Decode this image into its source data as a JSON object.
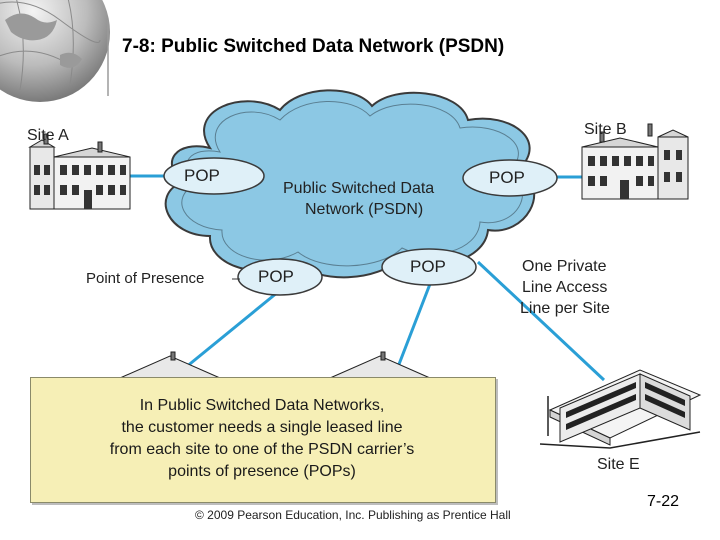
{
  "slide": {
    "title": "7-8: Public Switched Data Network (PSDN)",
    "footer": "© 2009 Pearson Education, Inc.  Publishing as Prentice Hall",
    "page_number": "7-22"
  },
  "diagram": {
    "cloud_label_line1": "Public Switched Data",
    "cloud_label_line2": "Network (PSDN)",
    "pop_label": "POP",
    "site_a": "Site A",
    "site_b": "Site B",
    "site_e": "Site E",
    "point_of_presence": "Point of Presence",
    "access_line_1": "One Private",
    "access_line_2": "Line Access",
    "access_line_3": "Line per Site",
    "cloud_color": "#8cc8e4",
    "pop_color": "#dff0f8",
    "line_color": "#2a9fd6"
  },
  "callout": {
    "line1": "In Public Switched Data Networks,",
    "line2": "the customer needs a single leased line",
    "line3": "from each site to one of the PSDN carrier’s",
    "line4": "points of presence (POPs)"
  }
}
